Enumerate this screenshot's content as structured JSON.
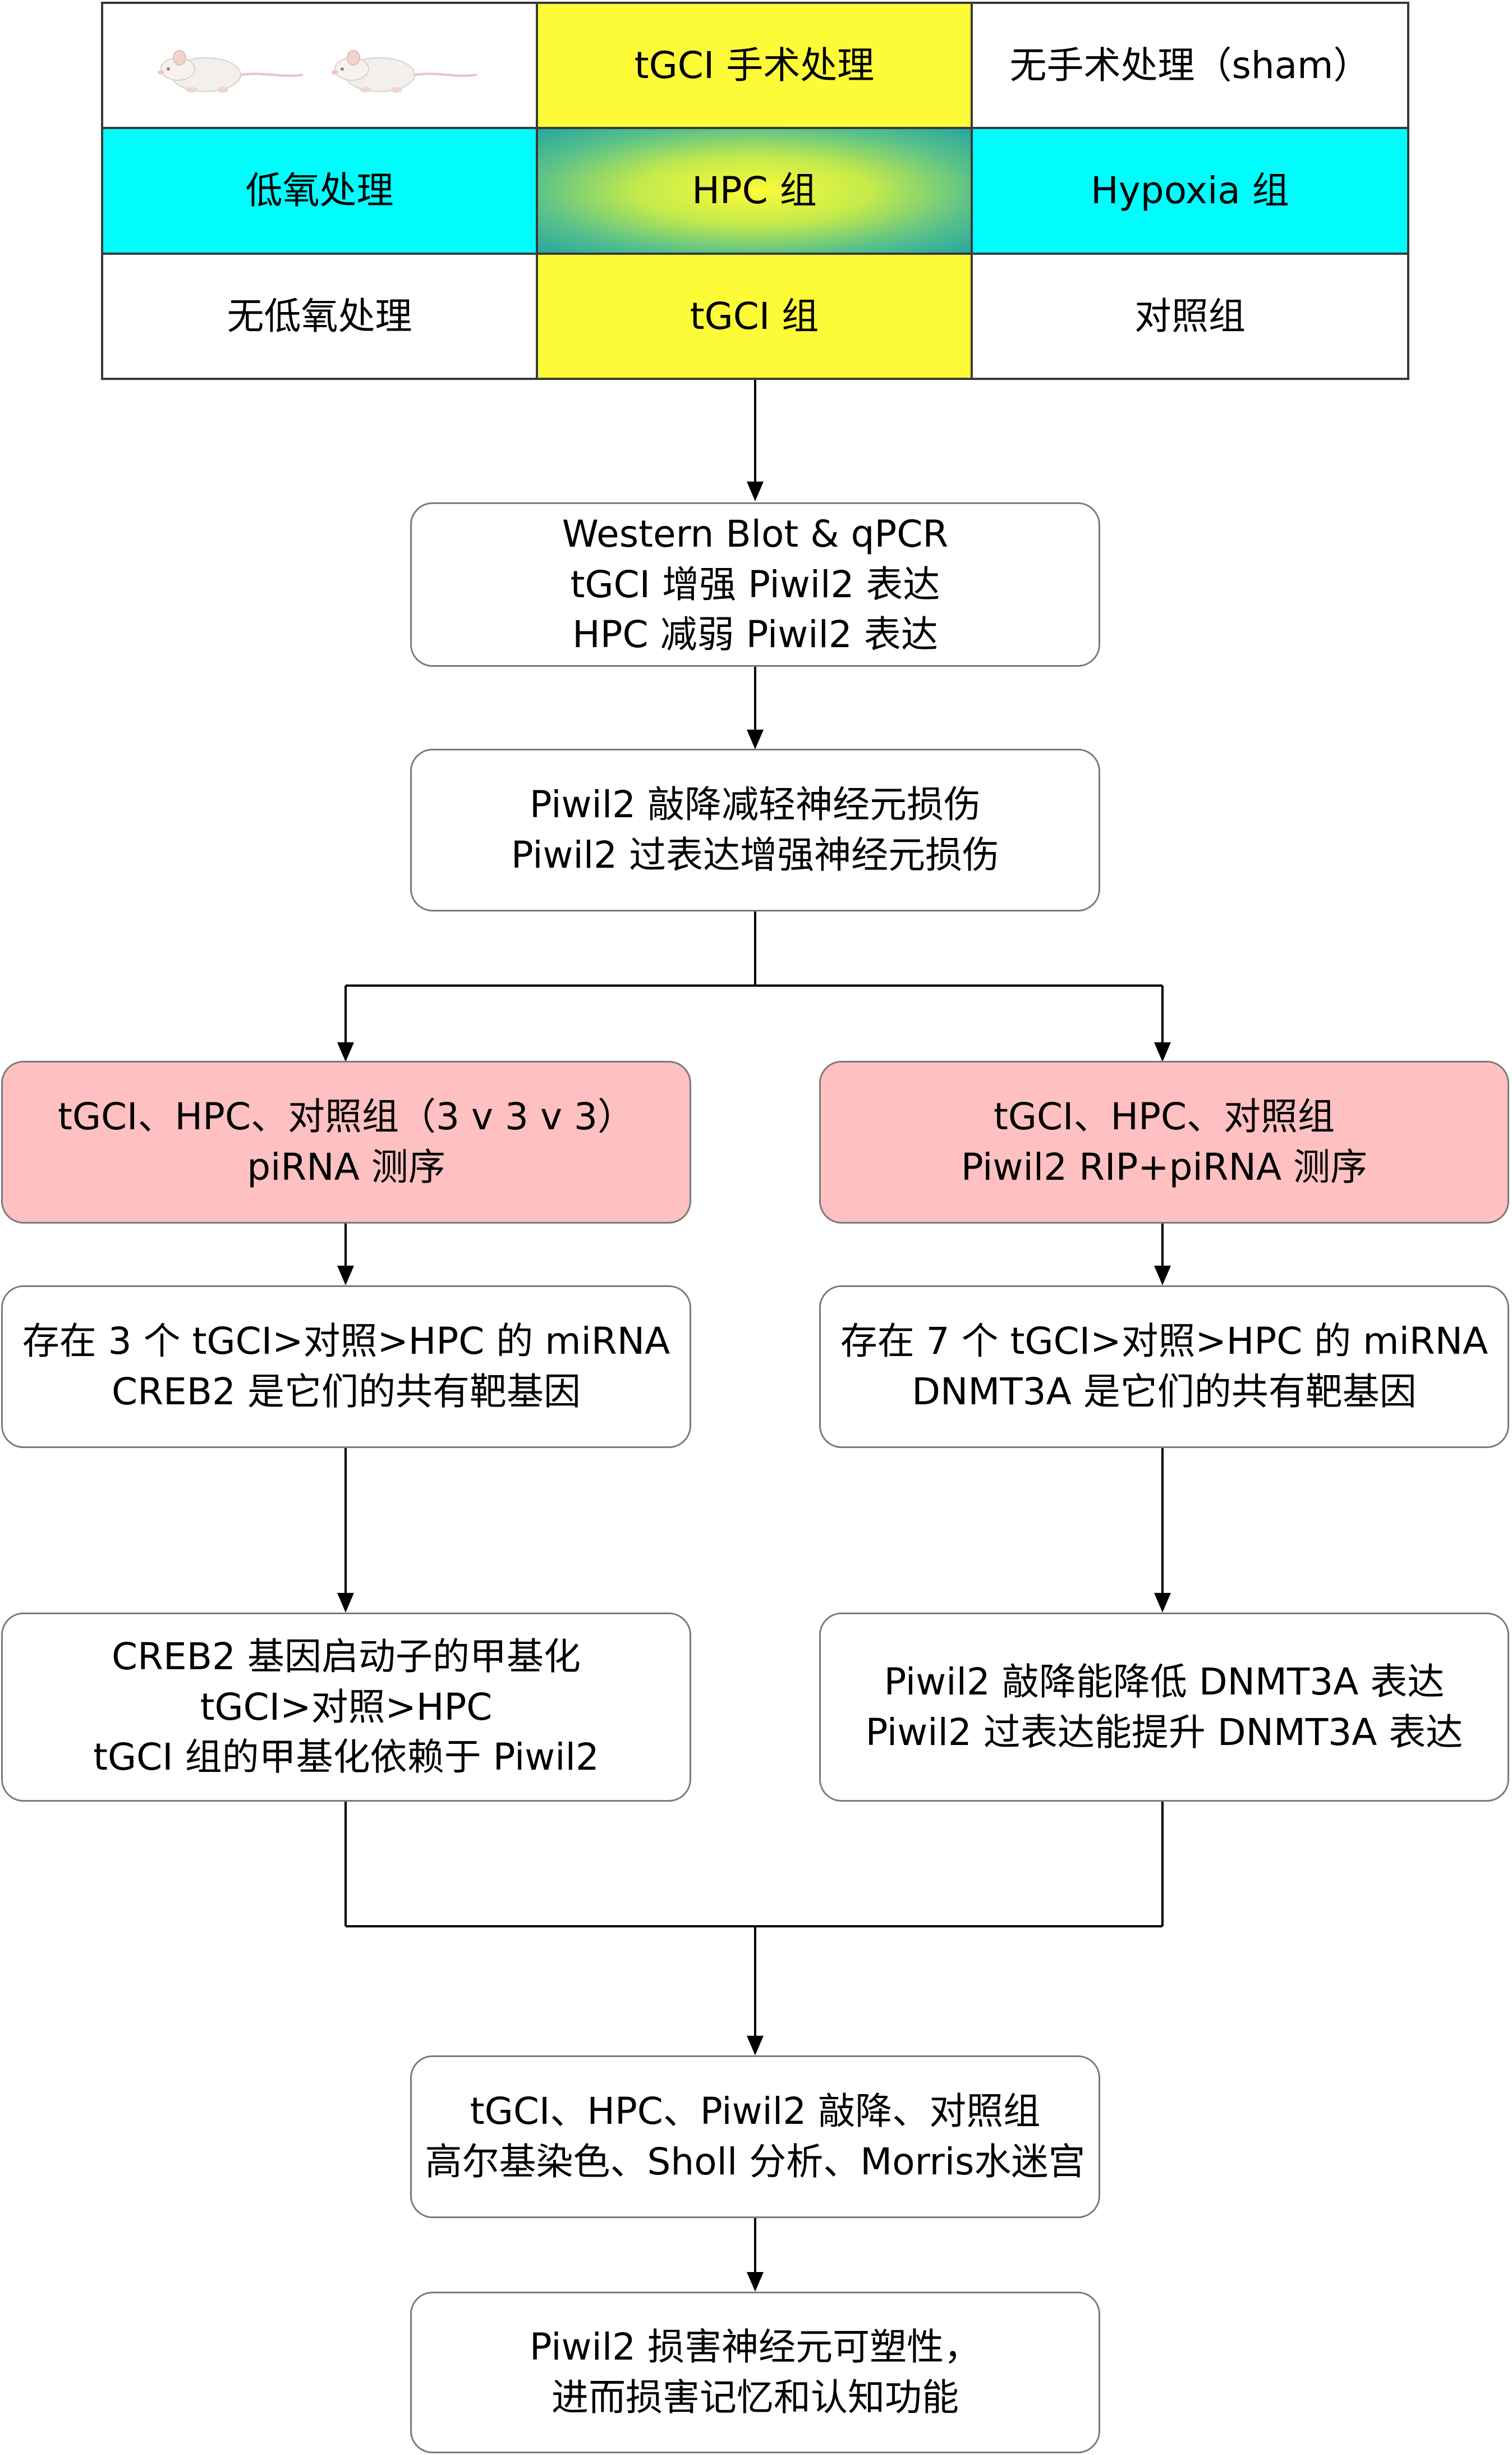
{
  "table": {
    "row1": {
      "mice": "",
      "col2": "tGCI 手术处理",
      "col3": "无手术处理（sham）"
    },
    "row2": {
      "col1": "低氧处理",
      "col2": "HPC 组",
      "col3": "Hypoxia 组"
    },
    "row3": {
      "col1": "无低氧处理",
      "col2": "tGCI 组",
      "col3": "对照组"
    }
  },
  "boxes": {
    "western": [
      "Western Blot & qPCR",
      "tGCI 增强 Piwil2 表达",
      "HPC 减弱 Piwil2 表达"
    ],
    "knockdown": [
      "Piwil2 敲降减轻神经元损伤",
      "Piwil2 过表达增强神经元损伤"
    ],
    "left_seq": [
      "tGCI、HPC、对照组（3 v 3 v 3）",
      "piRNA 测序"
    ],
    "right_seq": [
      "tGCI、HPC、对照组",
      "Piwil2 RIP+piRNA 测序"
    ],
    "left_mirna": [
      "存在 3 个 tGCI>对照>HPC 的 miRNA",
      "CREB2 是它们的共有靶基因"
    ],
    "right_mirna": [
      "存在 7 个 tGCI>对照>HPC 的 miRNA",
      "DNMT3A 是它们的共有靶基因"
    ],
    "left_methyl": [
      "CREB2 基因启动子的甲基化",
      "tGCI>对照>HPC",
      "tGCI 组的甲基化依赖于 Piwil2"
    ],
    "right_dnmt": [
      "Piwil2 敲降能降低 DNMT3A 表达",
      "Piwil2 过表达能提升 DNMT3A 表达"
    ],
    "golgi": [
      "tGCI、HPC、Piwil2 敲降、对照组",
      "高尔基染色、Sholl 分析、Morris水迷宫"
    ],
    "conclusion": [
      "Piwil2 损害神经元可塑性，",
      "进而损害记忆和认知功能"
    ]
  },
  "colors": {
    "yellow": "#fdfb38",
    "cyan": "#00fdfd",
    "hpc_edge": "#24a5a0",
    "pink": "#fec0c0",
    "border": "#7a7a7a",
    "line": "#000000"
  },
  "icons": [
    "mouse-icon",
    "mouse-icon"
  ]
}
